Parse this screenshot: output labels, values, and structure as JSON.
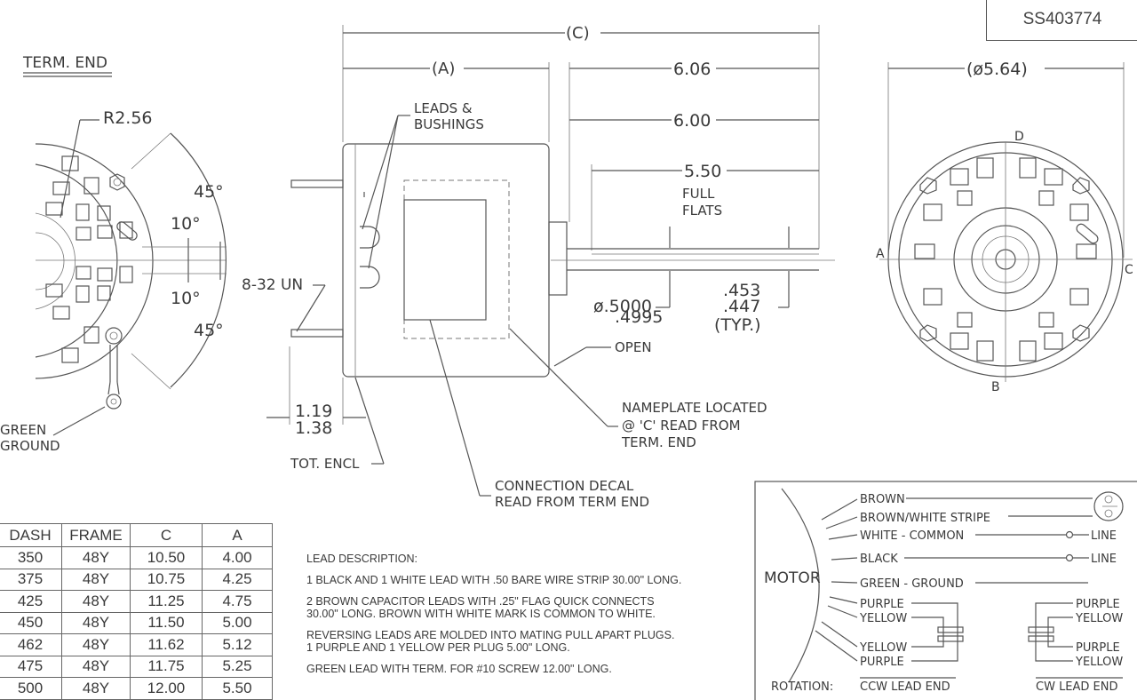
{
  "part_number": "SS403774",
  "left_view": {
    "title": "TERM. END",
    "radius": "R2.56",
    "angle_top": "45°",
    "angle_mid_top": "10°",
    "angle_mid_bottom": "10°",
    "angle_bottom": "45°",
    "ground_line1": "GREEN",
    "ground_line2": "GROUND"
  },
  "side_view": {
    "dim_c": "(C)",
    "dim_a": "(A)",
    "dim_606": "6.06",
    "dim_600": "6.00",
    "dim_550": "5.50",
    "full_flats_1": "FULL",
    "full_flats_2": "FLATS",
    "leads_1": "LEADS &",
    "leads_2": "BUSHINGS",
    "thread": "8-32 UN",
    "shaft_dia_1": "ø.5000",
    "shaft_dia_2": ".4995",
    "flat_1": ".453",
    "flat_2": ".447",
    "flat_3": "(TYP.)",
    "open": "OPEN",
    "dim_119": "1.19",
    "dim_138": "1.38",
    "tot_encl": "TOT. ENCL",
    "nameplate_1": "NAMEPLATE LOCATED",
    "nameplate_2": "@ 'C' READ FROM",
    "nameplate_3": "TERM. END",
    "decal_1": "CONNECTION DECAL",
    "decal_2": "READ FROM TERM END"
  },
  "right_view": {
    "diameter": "(ø5.64)",
    "label_a": "A",
    "label_b": "B",
    "label_c": "C",
    "label_d": "D"
  },
  "table": {
    "headers": [
      "DASH",
      "FRAME",
      "C",
      "A"
    ],
    "rows": [
      [
        "350",
        "48Y",
        "10.50",
        "4.00"
      ],
      [
        "375",
        "48Y",
        "10.75",
        "4.25"
      ],
      [
        "425",
        "48Y",
        "11.25",
        "4.75"
      ],
      [
        "450",
        "48Y",
        "11.50",
        "5.00"
      ],
      [
        "462",
        "48Y",
        "11.62",
        "5.12"
      ],
      [
        "475",
        "48Y",
        "11.75",
        "5.25"
      ],
      [
        "500",
        "48Y",
        "12.00",
        "5.50"
      ]
    ]
  },
  "notes": {
    "heading": "LEAD DESCRIPTION:",
    "n1": "1 BLACK AND 1 WHITE LEAD WITH .50 BARE WIRE STRIP 30.00\" LONG.",
    "n2": "2 BROWN CAPACITOR LEADS WITH .25\" FLAG QUICK CONNECTS\n30.00\" LONG. BROWN WITH WHITE MARK IS COMMON TO WHITE.",
    "n3": "REVERSING LEADS ARE MOLDED INTO MATING PULL APART PLUGS.\n1 PURPLE AND 1 YELLOW PER PLUG 5.00\" LONG.",
    "n4": "GREEN LEAD WITH TERM. FOR #10 SCREW 12.00\" LONG."
  },
  "wiring": {
    "motor": "MOTOR",
    "brown": "BROWN",
    "brown_white": "BROWN/WHITE STRIPE",
    "white_common": "WHITE - COMMON",
    "black": "BLACK",
    "green_ground": "GREEN - GROUND",
    "purple_top": "PURPLE",
    "yellow_top": "YELLOW",
    "yellow_bottom": "YELLOW",
    "purple_bottom": "PURPLE",
    "line1": "LINE",
    "line2": "LINE",
    "r_purple_top": "PURPLE",
    "r_yellow_top": "YELLOW",
    "r_purple_bottom": "PURPLE",
    "r_yellow_bottom": "YELLOW",
    "rotation": "ROTATION:",
    "ccw": "CCW LEAD END",
    "cw": "CW LEAD END"
  }
}
